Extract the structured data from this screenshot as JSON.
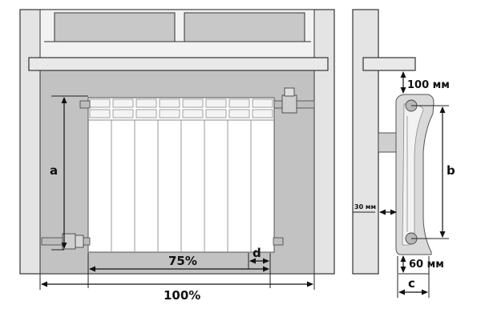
{
  "labels": {
    "a": "a",
    "b": "b",
    "c": "c",
    "d": "d",
    "width_radiator": "75%",
    "width_window": "100%",
    "top_gap": "100 мм",
    "bottom_gap": "60 мм",
    "wall_gap": "30 мм"
  },
  "colors": {
    "wall": "#e4e4e4",
    "niche": "#c2c2c2",
    "glass": "#c8c8c8",
    "line": "#333333",
    "radiator": "#ffffff",
    "pipe": "#bdbdbd"
  }
}
